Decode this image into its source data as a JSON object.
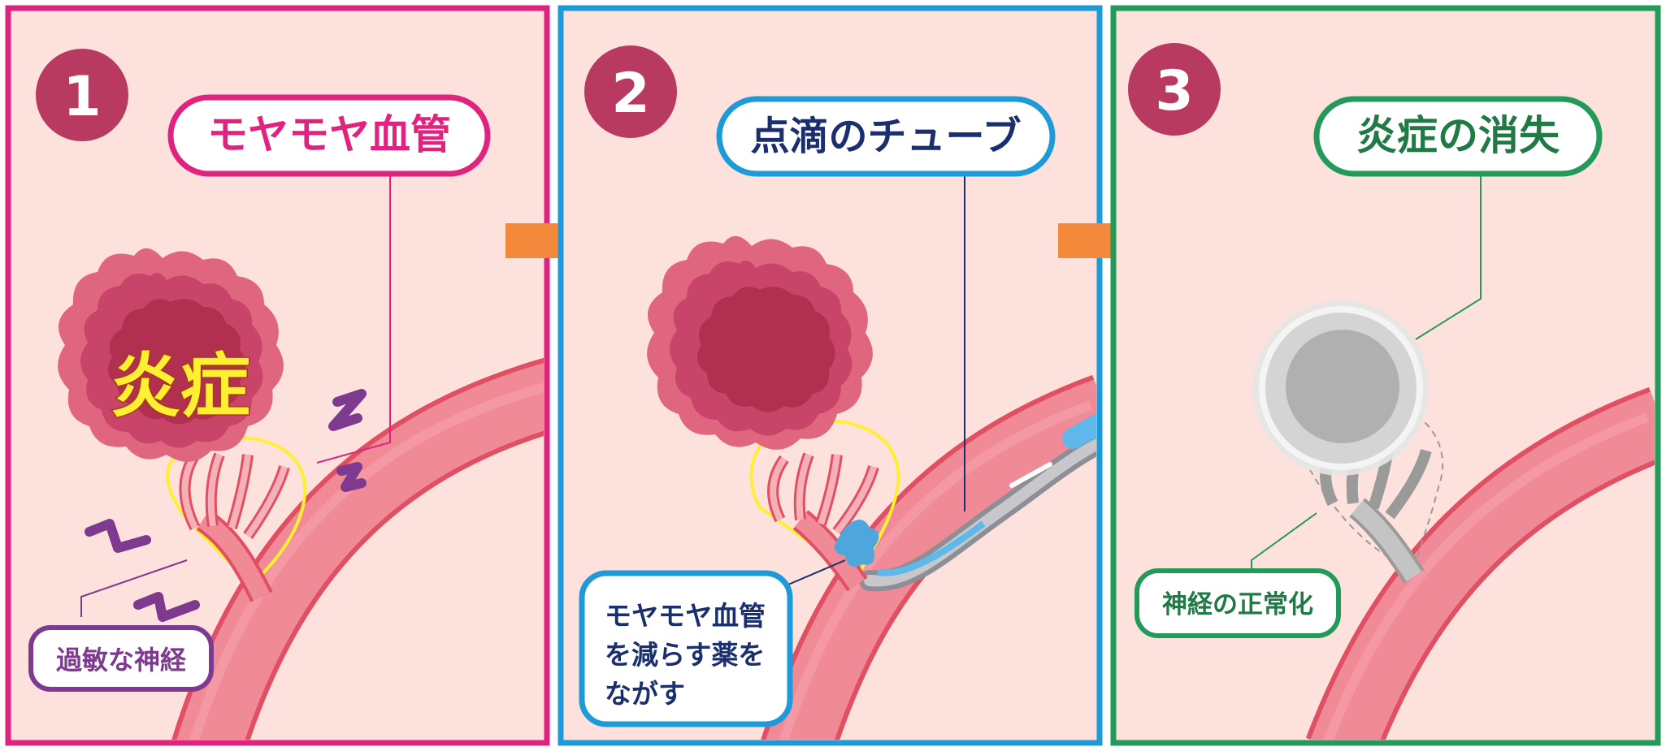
{
  "colors": {
    "background": "#fde1dd",
    "panel1_border": "#e0237f",
    "panel2_border": "#1e9ad8",
    "panel3_border": "#23995a",
    "step_badge": "#b83a60",
    "arrow": "#f5893b",
    "inflammation_outer": "#e0667f",
    "inflammation_mid": "#c84468",
    "inflammation_inner": "#b2304f",
    "inflammation_text": "#ffef33",
    "vessel": "#f08a96",
    "vessel_edge": "#e04f62",
    "nerve_purple": "#7e3a8f",
    "label_dark_blue": "#1b2f6e",
    "faded_gray": "#bdbdbd"
  },
  "panels": [
    {
      "step": "1",
      "main_label": "モヤモヤ血管",
      "inflammation_text": "炎症",
      "sub_label": "過敏な神経"
    },
    {
      "step": "2",
      "main_label": "点滴のチューブ",
      "sub_label_lines": [
        "モヤモヤ血管",
        "を減らす薬を",
        "ながす"
      ]
    },
    {
      "step": "3",
      "main_label": "炎症の消失",
      "sub_label": "神経の正常化"
    }
  ],
  "icons": [
    "right-arrow-icon",
    "right-arrow-icon"
  ]
}
